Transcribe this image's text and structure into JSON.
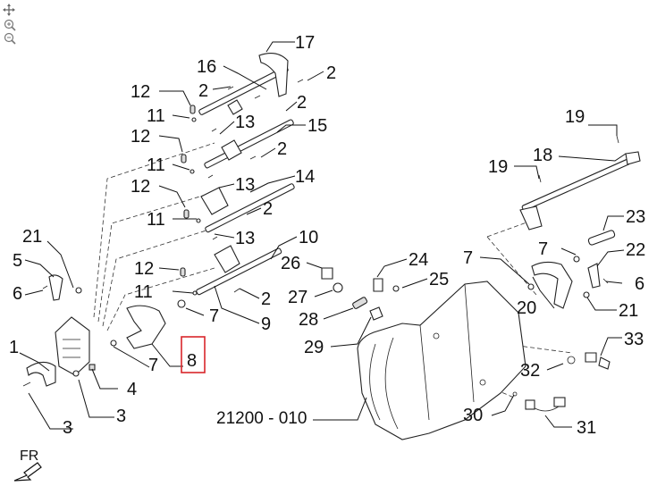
{
  "toolbar": {
    "tools": [
      {
        "name": "pan-tool",
        "icon": "move-icon"
      },
      {
        "name": "zoom-in-tool",
        "icon": "zoom-in-icon"
      },
      {
        "name": "zoom-out-tool",
        "icon": "zoom-out-icon"
      }
    ]
  },
  "diagram": {
    "orientation_label": "FR",
    "assembly_ref": "21200 - 010",
    "highlighted_callout": "8",
    "highlight_color": "#d9262b",
    "callouts": [
      "1",
      "2",
      "2",
      "2",
      "2",
      "2",
      "2",
      "3",
      "4",
      "5",
      "6",
      "6",
      "7",
      "7",
      "7",
      "7",
      "8",
      "9",
      "10",
      "11",
      "11",
      "11",
      "11",
      "12",
      "12",
      "12",
      "12",
      "13",
      "13",
      "13",
      "14",
      "15",
      "16",
      "17",
      "18",
      "19",
      "19",
      "20",
      "21",
      "21",
      "22",
      "23",
      "24",
      "25",
      "26",
      "27",
      "28",
      "29",
      "30",
      "31",
      "32",
      "33"
    ]
  }
}
